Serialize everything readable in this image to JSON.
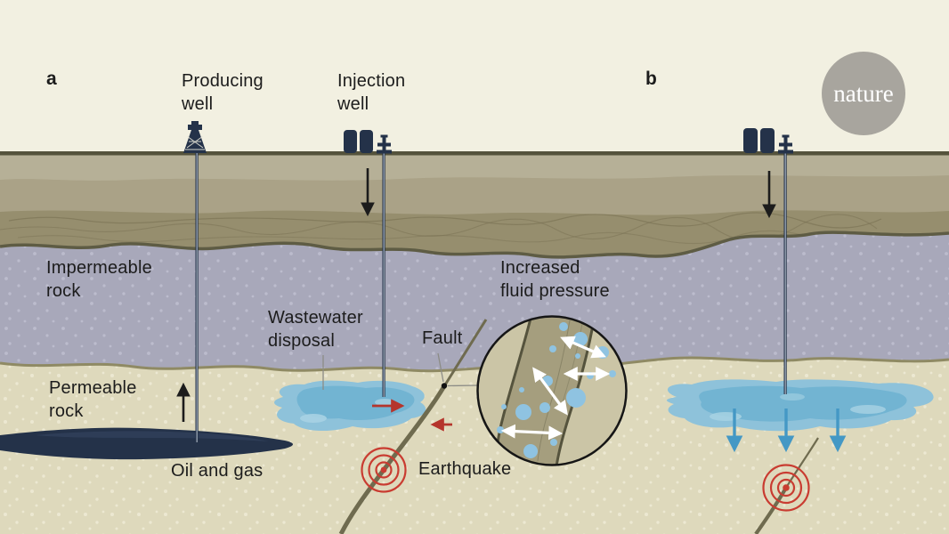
{
  "figure": {
    "panel_a_label": "a",
    "panel_b_label": "b",
    "logo_text": "nature",
    "labels": {
      "producing_well": "Producing\nwell",
      "injection_well": "Injection\nwell",
      "impermeable_rock": "Impermeable\nrock",
      "permeable_rock": "Permeable\nrock",
      "wastewater_disposal": "Wastewater\ndisposal",
      "fault": "Fault",
      "increased_fluid_pressure": "Increased\nfluid pressure",
      "oil_and_gas": "Oil and gas",
      "earthquake": "Earthquake"
    },
    "icons": {
      "derrick-icon": "svg-shape",
      "storage-tanks-icon": "svg-shape",
      "wellhead-icon": "svg-shape",
      "earthquake-rings-icon": "svg-shape",
      "down-arrow-icon": "svg-shape",
      "up-arrow-icon": "svg-shape",
      "slip-arrow-icon": "svg-shape",
      "pressure-arrow-icon": "svg-shape",
      "magnifier-circle": "svg-shape",
      "nature-logo": "circle-badge"
    }
  },
  "palette": {
    "bg": "#f2f0e1",
    "surfaceLine": "#55533c",
    "soil": "#aaa287",
    "soilLight": "#b6b097",
    "soilDark": "#968e6e",
    "soilSquiggle": "#7b7355",
    "imperm": "#a8a8ba",
    "impermDot": "#bcbccd",
    "boundaryTop": "#5e5c44",
    "boundaryBottom": "#8f8a64",
    "perm": "#ded9bc",
    "permDot": "#ece8d2",
    "navy": "#243249",
    "oilHighlight": "#32415c",
    "pipeLight": "#cfdae4",
    "plume": "#8ec2da",
    "plumeDark": "#72b4d2",
    "plumeLight": "#a7d2e3",
    "fault": "#6f6b4f",
    "red": "#b5352c",
    "quakeRed": "#c93c31",
    "blueArrow": "#4498c5",
    "ink": "#1c1c1c",
    "circleBg": "#cbc5a6",
    "bandFill": "#a59e7e",
    "bandLine": "#55533d",
    "bubble": "#8fc3e1",
    "natureGray": "#a8a59e"
  }
}
